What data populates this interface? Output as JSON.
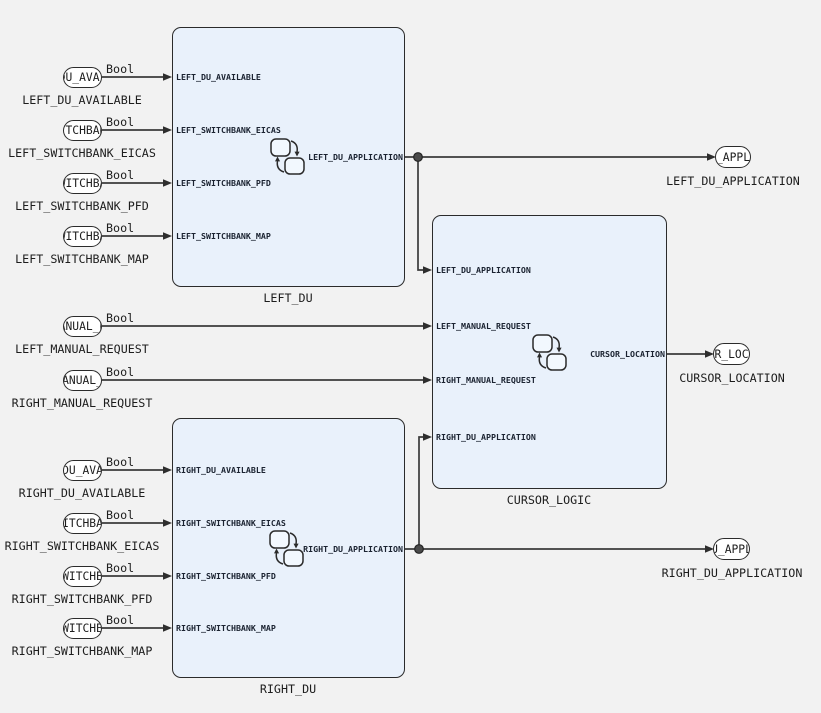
{
  "diagram_type": "stateflow-model",
  "colors": {
    "canvas_bg": "#f2f2f2",
    "block_fill": "#e9f1fb",
    "block_stroke": "#2b2b2b",
    "wire_stroke": "#3b3b3b",
    "text": "#1d1d1d"
  },
  "inports": [
    {
      "name": "LEFT_DU_AVAILABLE",
      "dtype": "Bool"
    },
    {
      "name": "LEFT_SWITCHBANK_EICAS",
      "dtype": "Bool"
    },
    {
      "name": "LEFT_SWITCHBANK_PFD",
      "dtype": "Bool"
    },
    {
      "name": "LEFT_SWITCHBANK_MAP",
      "dtype": "Bool"
    },
    {
      "name": "LEFT_MANUAL_REQUEST",
      "dtype": "Bool"
    },
    {
      "name": "RIGHT_MANUAL_REQUEST",
      "dtype": "Bool"
    },
    {
      "name": "RIGHT_DU_AVAILABLE",
      "dtype": "Bool"
    },
    {
      "name": "RIGHT_SWITCHBANK_EICAS",
      "dtype": "Bool"
    },
    {
      "name": "RIGHT_SWITCHBANK_PFD",
      "dtype": "Bool"
    },
    {
      "name": "RIGHT_SWITCHBANK_MAP",
      "dtype": "Bool"
    }
  ],
  "outports": [
    {
      "name": "LEFT_DU_APPLICATION"
    },
    {
      "name": "CURSOR_LOCATION"
    },
    {
      "name": "RIGHT_DU_APPLICATION"
    }
  ],
  "blocks": {
    "left_du": {
      "title": "LEFT_DU",
      "inputs": [
        "LEFT_DU_AVAILABLE",
        "LEFT_SWITCHBANK_EICAS",
        "LEFT_SWITCHBANK_PFD",
        "LEFT_SWITCHBANK_MAP"
      ],
      "output": "LEFT_DU_APPLICATION"
    },
    "cursor_logic": {
      "title": "CURSOR_LOGIC",
      "inputs": [
        "LEFT_DU_APPLICATION",
        "LEFT_MANUAL_REQUEST",
        "RIGHT_MANUAL_REQUEST",
        "RIGHT_DU_APPLICATION"
      ],
      "output": "CURSOR_LOCATION"
    },
    "right_du": {
      "title": "RIGHT_DU",
      "inputs": [
        "RIGHT_DU_AVAILABLE",
        "RIGHT_SWITCHBANK_EICAS",
        "RIGHT_SWITCHBANK_PFD",
        "RIGHT_SWITCHBANK_MAP"
      ],
      "output": "RIGHT_DU_APPLICATION"
    }
  }
}
